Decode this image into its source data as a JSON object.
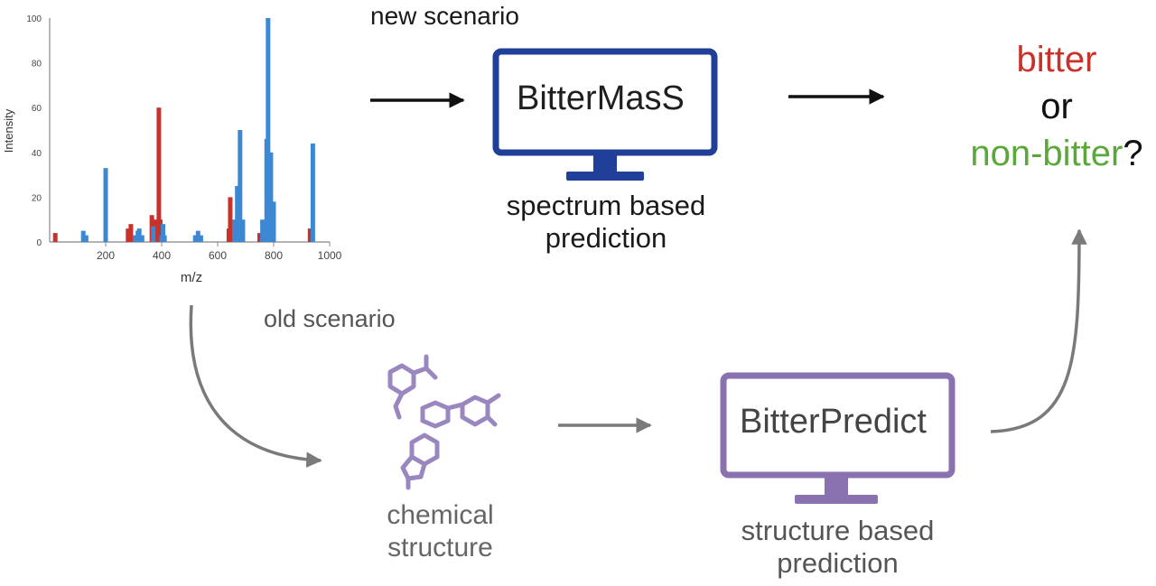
{
  "labels": {
    "new_scenario": "new scenario",
    "old_scenario": "old scenario"
  },
  "bittermass": {
    "name": "BitterMasS",
    "caption_line1": "spectrum based",
    "caption_line2": "prediction",
    "color": "#1f3f98"
  },
  "bitterpredict": {
    "name": "BitterPredict",
    "caption_line1": "structure based",
    "caption_line2": "prediction",
    "color": "#8a71b0"
  },
  "chemical_structure": {
    "line1": "chemical",
    "line2": "structure",
    "color": "#9a87c0"
  },
  "outcome": {
    "bitter": "bitter",
    "or": "or",
    "non_bitter": "non-bitter",
    "question_mark": "?",
    "bitter_color": "#c8322a",
    "non_bitter_color": "#5aa83a"
  },
  "chart_data": {
    "type": "bar",
    "xlabel": "m/z",
    "ylabel": "Intensity",
    "xlim": [
      0,
      1000
    ],
    "ylim": [
      0,
      100
    ],
    "xticks": [
      200,
      400,
      600,
      800,
      1000
    ],
    "yticks": [
      0,
      20,
      40,
      60,
      80,
      100
    ],
    "series": [
      {
        "color": "#c8322a",
        "points": [
          [
            20,
            4
          ],
          [
            280,
            6
          ],
          [
            290,
            8
          ],
          [
            365,
            12
          ],
          [
            380,
            10
          ],
          [
            390,
            60
          ],
          [
            395,
            10
          ],
          [
            640,
            6
          ],
          [
            645,
            20
          ],
          [
            750,
            4
          ],
          [
            930,
            6
          ]
        ]
      },
      {
        "color": "#3c88d3",
        "points": [
          [
            120,
            5
          ],
          [
            130,
            3
          ],
          [
            200,
            33
          ],
          [
            305,
            3
          ],
          [
            315,
            5
          ],
          [
            320,
            6
          ],
          [
            330,
            3
          ],
          [
            370,
            7
          ],
          [
            400,
            3
          ],
          [
            405,
            8
          ],
          [
            410,
            3
          ],
          [
            520,
            3
          ],
          [
            530,
            5
          ],
          [
            540,
            3
          ],
          [
            660,
            10
          ],
          [
            670,
            25
          ],
          [
            680,
            50
          ],
          [
            690,
            10
          ],
          [
            760,
            10
          ],
          [
            775,
            46
          ],
          [
            780,
            100
          ],
          [
            790,
            40
          ],
          [
            800,
            18
          ],
          [
            940,
            44
          ]
        ]
      }
    ]
  }
}
